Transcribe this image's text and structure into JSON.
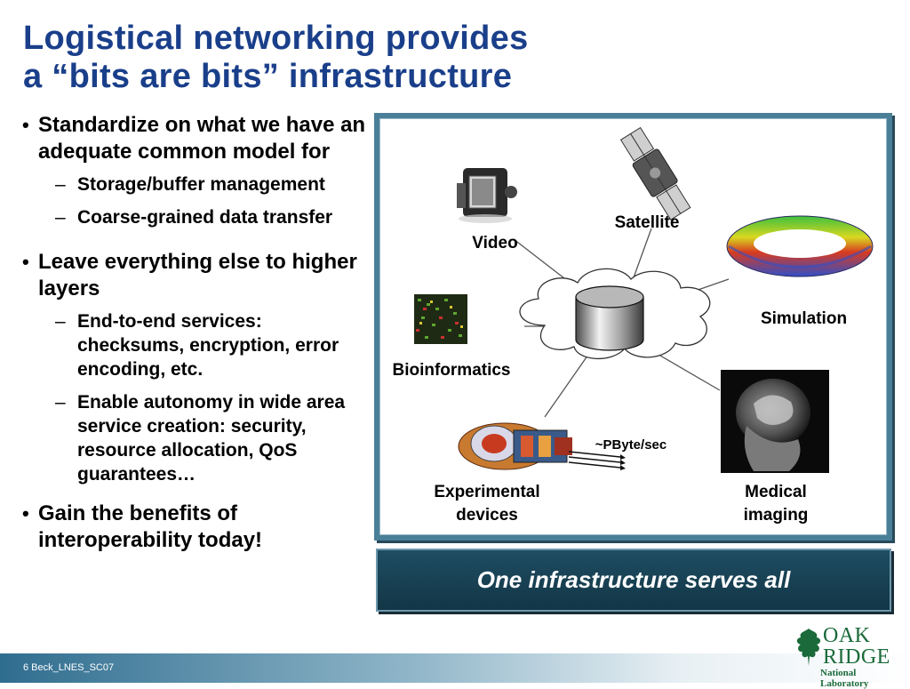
{
  "slide": {
    "title_line1": "Logistical networking provides",
    "title_line2": "a “bits are bits” infrastructure"
  },
  "bullets": [
    {
      "text": "Standardize on what we have an adequate common model for",
      "subitems": [
        "Storage/buffer management",
        "Coarse-grained data transfer"
      ]
    },
    {
      "text": "Leave everything else to higher layers",
      "subitems": [
        "End-to-end services: checksums, encryption, error encoding, etc.",
        "Enable autonomy in wide area service creation: security, resource allocation, QoS guarantees…"
      ]
    },
    {
      "text": "Gain the benefits of interoperability today!",
      "subitems": []
    }
  ],
  "diagram": {
    "labels": {
      "video": "Video",
      "satellite": "Satellite",
      "simulation": "Simulation",
      "bioinformatics": "Bioinformatics",
      "rate": "~PByte/sec",
      "experimental_line1": "Experimental",
      "experimental_line2": "devices",
      "medical_line1": "Medical",
      "medical_line2": "imaging"
    }
  },
  "banner": {
    "text": "One infrastructure serves all"
  },
  "footer": {
    "slide_info": "6  Beck_LNES_SC07",
    "logo_line1": "OAK",
    "logo_line2": "RIDGE",
    "logo_line3": "National Laboratory",
    "logo_color": "#1a6a3a"
  },
  "colors": {
    "title": "#1a3f8a",
    "frame": "#4a7f98",
    "banner": "#1f4d62"
  }
}
